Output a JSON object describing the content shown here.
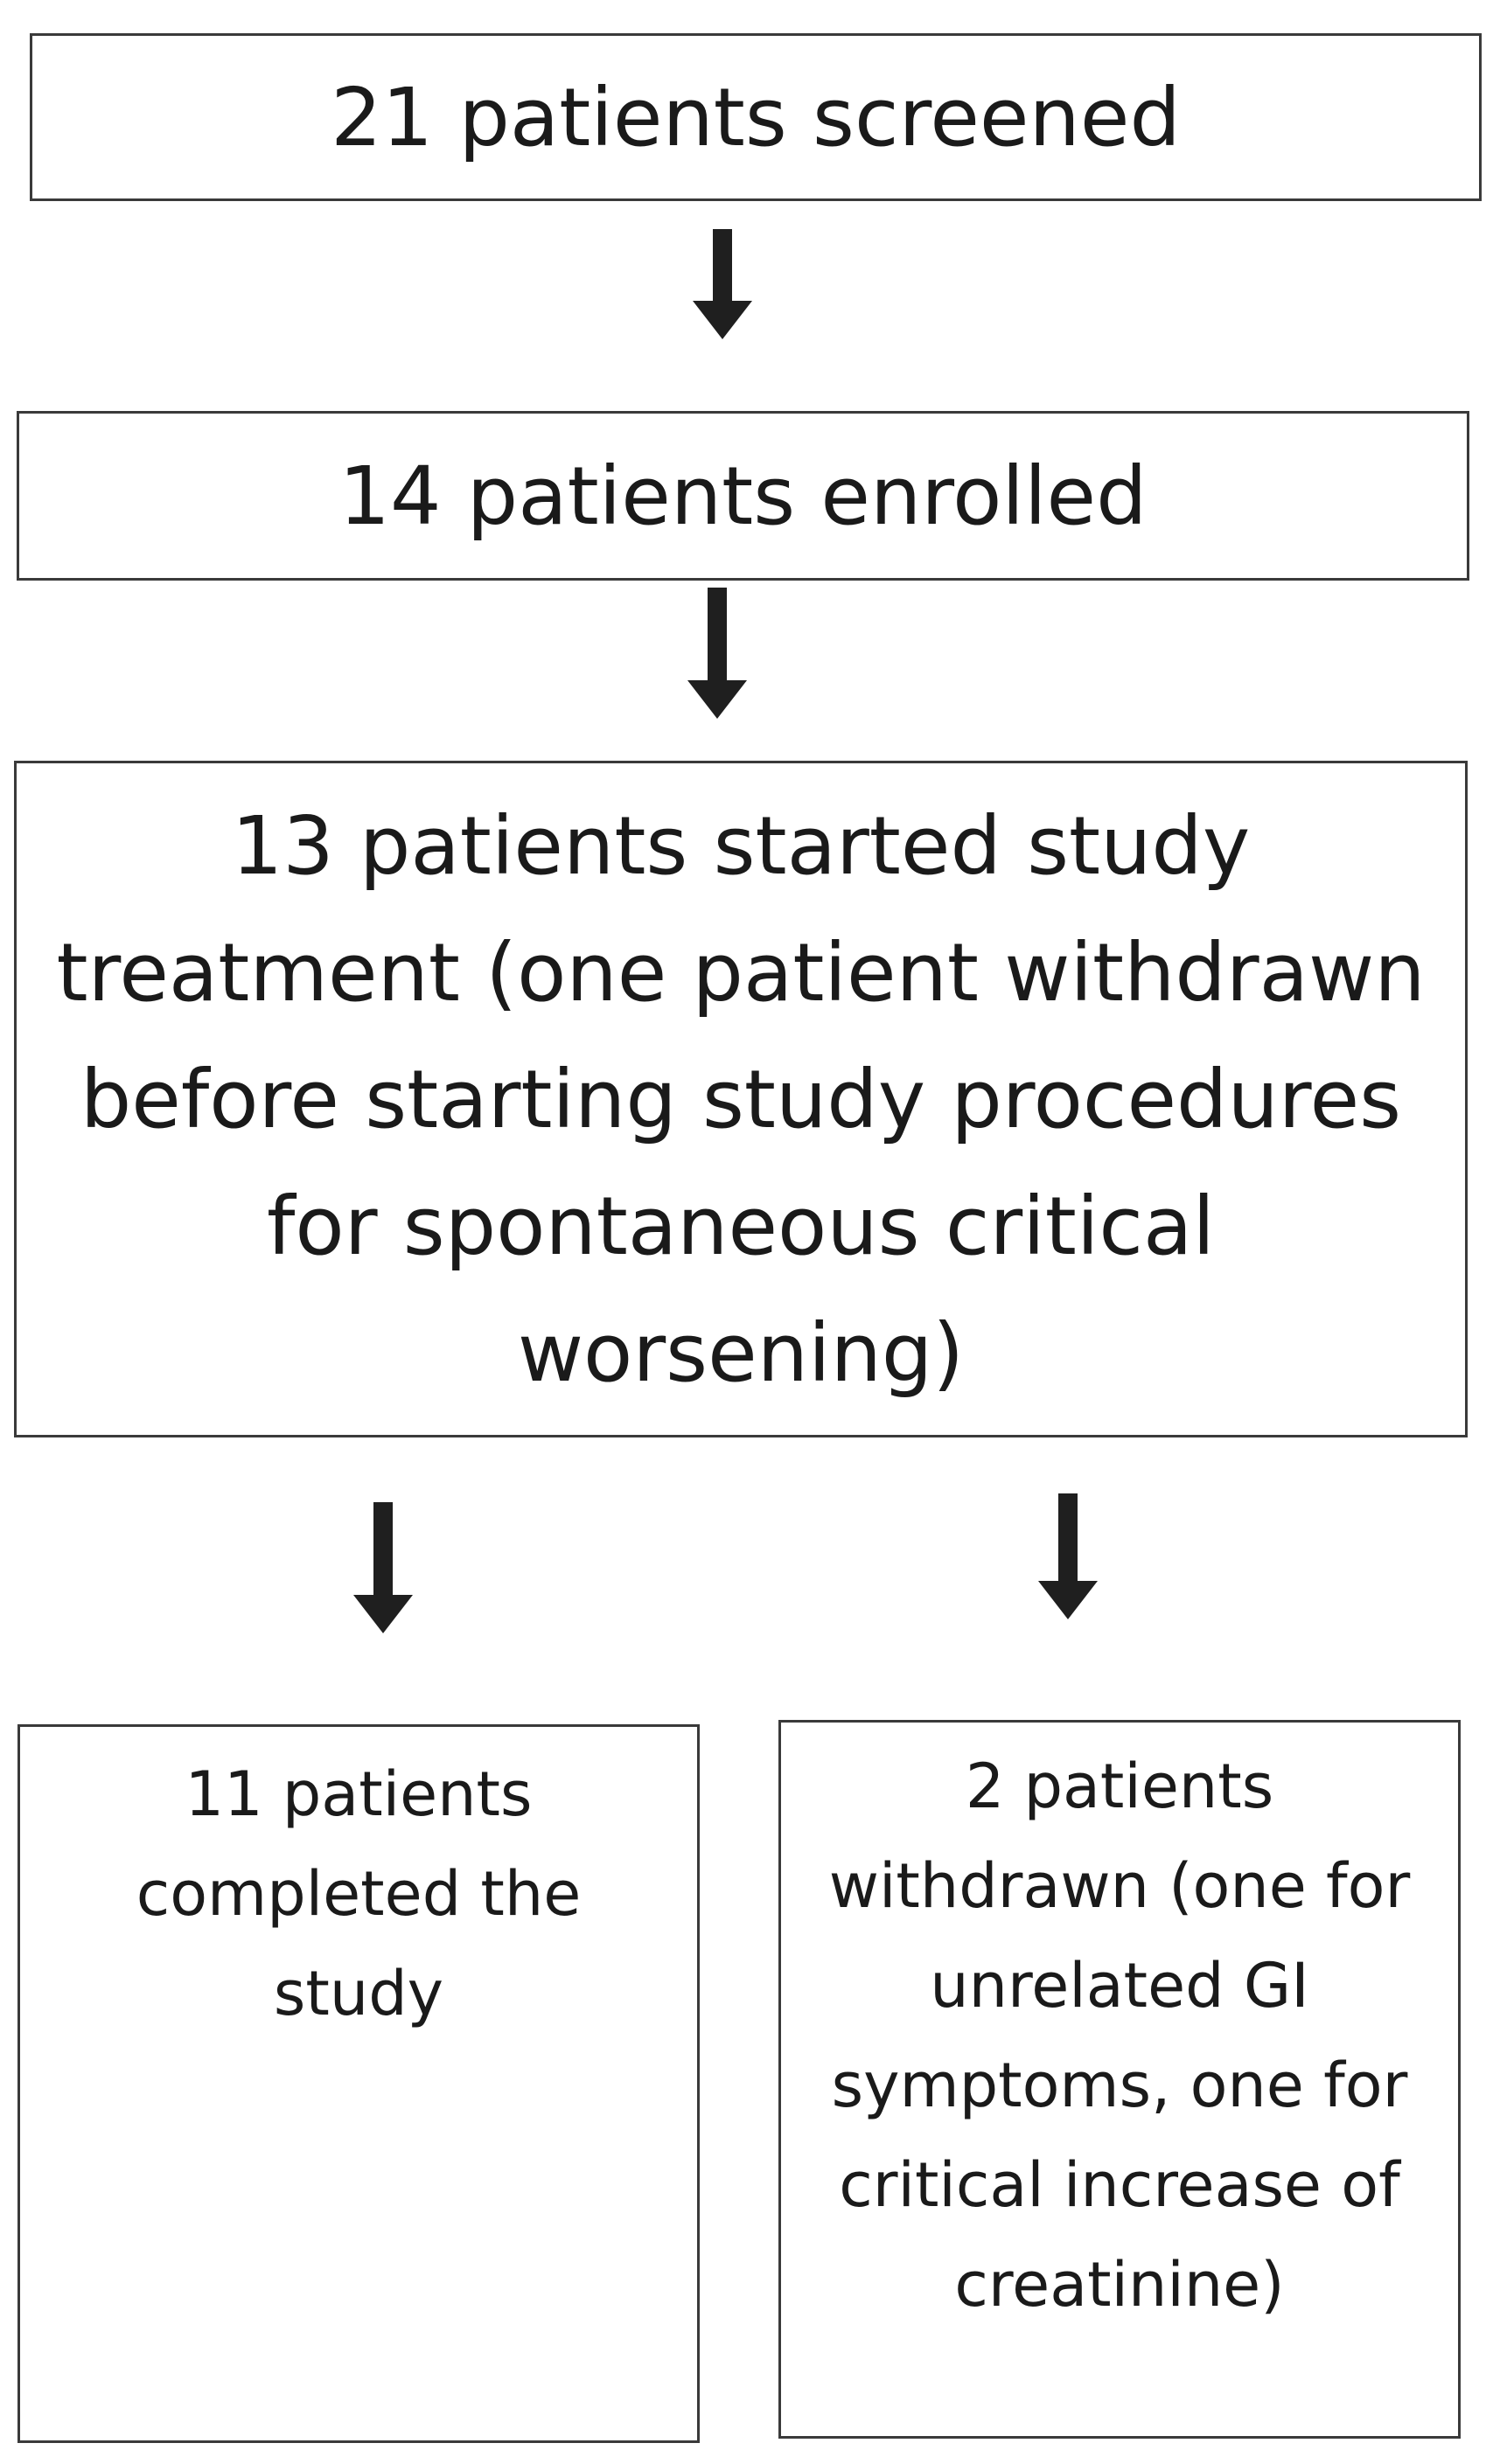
{
  "flow": {
    "screened": "21 patients screened",
    "enrolled": "14 patients enrolled",
    "started": "13 patients started study\ntreatment (one patient withdrawn\nbefore starting study procedures\nfor spontaneous critical\nworsening)",
    "completed": "11 patients\ncompleted the\nstudy",
    "withdrawn": "2 patients\nwithdrawn (one for\nunrelated GI\nsymptoms, one for\ncritical increase of\ncreatinine)"
  },
  "colors": {
    "border": "#3a3a3a",
    "arrow": "#1f1f1f",
    "text": "#1a1a1a"
  }
}
